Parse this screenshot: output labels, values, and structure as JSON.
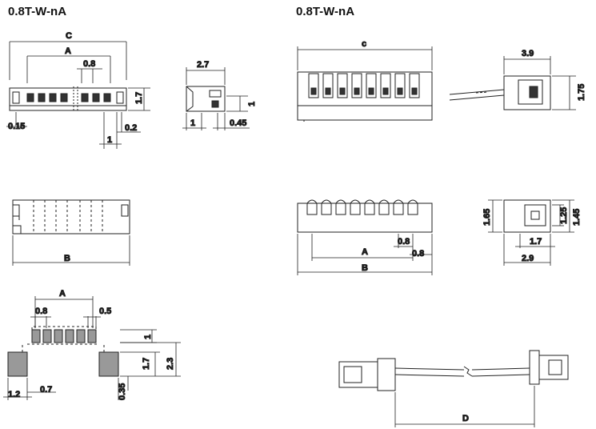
{
  "titles": {
    "left": "0.8T-W-nA",
    "right": "0.8T-W-nA"
  },
  "dims": {
    "C": "C",
    "A": "A",
    "B": "B",
    "c": "c",
    "D": "D",
    "p08": "0.8",
    "h17": "1.7",
    "w015": "0.15",
    "w02": "0.2",
    "w1": "1",
    "w27": "2.7",
    "h1": "1",
    "w1b": "1",
    "w045": "0.45",
    "w39": "3.9",
    "h175": "1.75",
    "h165": "1.65",
    "h125": "1.25",
    "h145": "1.45",
    "w17": "1.7",
    "w29": "2.9",
    "a08": "0.8",
    "a08b": "0.8",
    "f08": "0.8",
    "f05": "0.5",
    "f1": "1",
    "f17": "1.7",
    "f23": "2.3",
    "f12": "1.2",
    "f07": "0.7",
    "f035": "0.35"
  }
}
